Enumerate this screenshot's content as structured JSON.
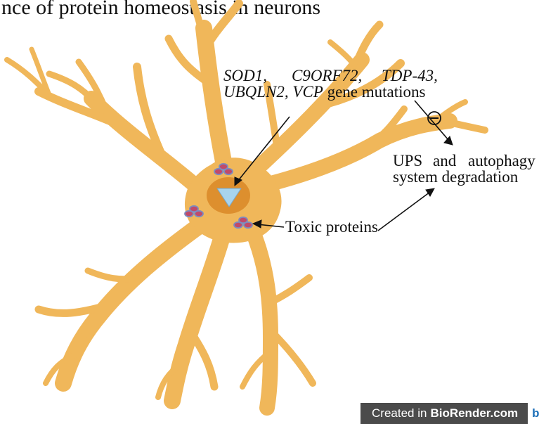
{
  "title": "nce of protein homeostasis in neurons",
  "gene_line1": [
    "SOD1,",
    "C9ORF72,",
    "TDP-43,"
  ],
  "gene_line2_italic": "UBQLN2, VCP",
  "gene_line2_rest": " gene mutations",
  "inhibit_symbol": "⊖",
  "ups_line1_words": [
    "UPS",
    "and",
    "autophagy"
  ],
  "ups_line2": "system degradation",
  "toxic_label": "Toxic proteins",
  "watermark": {
    "prefix": "Created in",
    "brand": "BioRender.com",
    "logo": "bi"
  },
  "colors": {
    "neuron": "#f0b75a",
    "neuron_outline": "#d9952a",
    "nucleus": "#dd8f2e",
    "triangle": "#a8d4ee",
    "protein": "#c04a6a",
    "protein_outline": "#7c8cc0"
  }
}
